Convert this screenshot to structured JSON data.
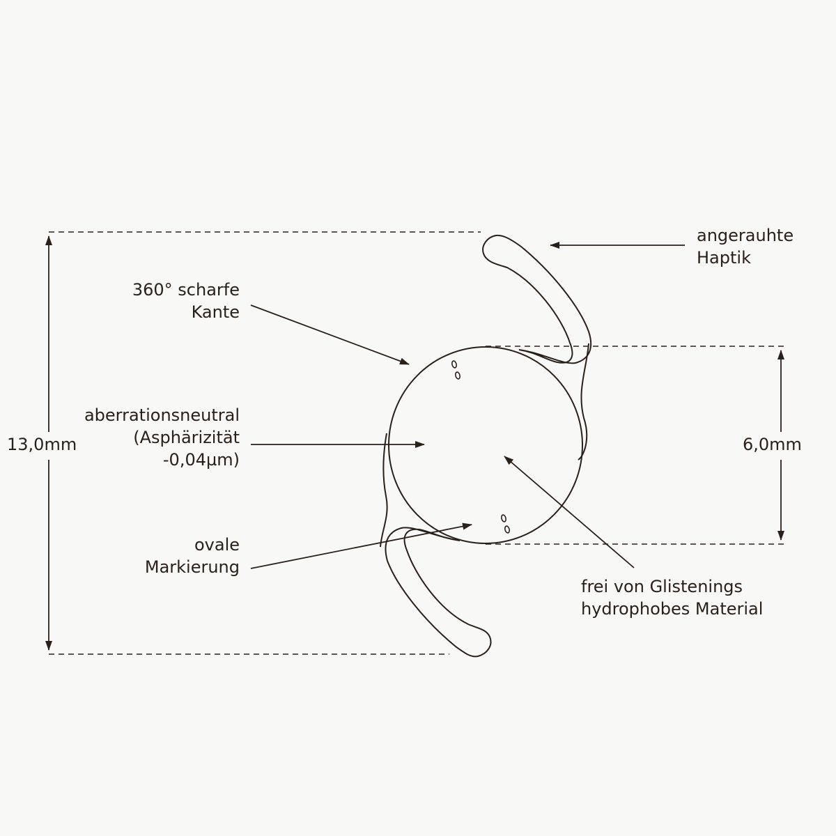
{
  "colors": {
    "ink": "#2a201a",
    "background": "#f8f8f7"
  },
  "labels": {
    "haptik": {
      "line1": "angerauhte",
      "line2": "Haptik"
    },
    "kante": {
      "line1": "360° scharfe",
      "line2": "Kante"
    },
    "aberration": {
      "line1": "aberrationsneutral",
      "line2": "(Asphärizität",
      "line3": "-0,04µm)"
    },
    "markierung": {
      "line1": "ovale",
      "line2": "Markierung"
    },
    "material": {
      "line1": "frei von Glistenings",
      "line2": "hydrophobes Material"
    },
    "total_diameter": "13,0mm",
    "optic_diameter": "6,0mm"
  }
}
